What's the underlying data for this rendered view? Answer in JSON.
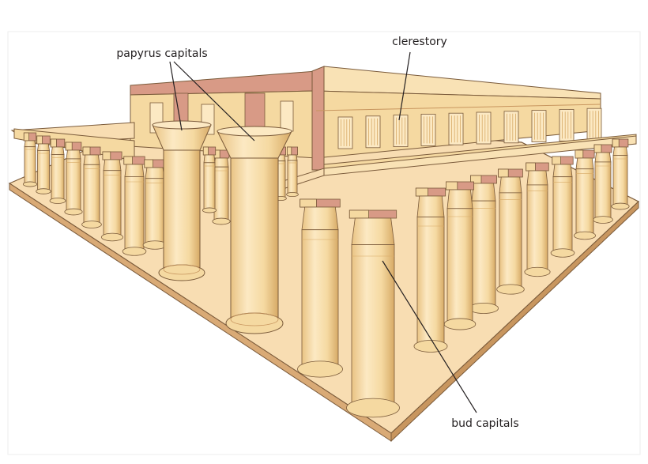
{
  "labels": {
    "papyrus": "papyrus capitals",
    "clerestory": "clerestory",
    "bud": "bud capitals"
  },
  "colors": {
    "stone_light": "#fce9c3",
    "stone": "#f5d9a1",
    "stone_shadow": "#e9c383",
    "stone_dark": "#d7aa66",
    "brick": "#d89a86",
    "brick_dark": "#c27f6b",
    "floor": "#f8ddb2",
    "outline": "#7a5a3a",
    "leader": "#231f20",
    "page_border": "#f0f0f0"
  }
}
